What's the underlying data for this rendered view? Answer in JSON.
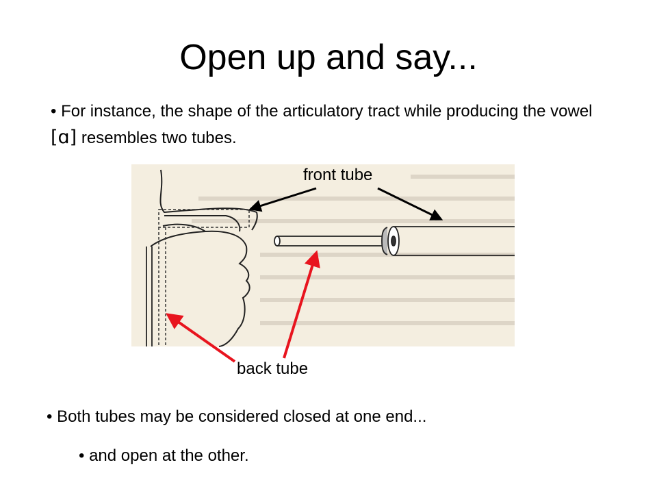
{
  "slide": {
    "title": "Open up and say...",
    "bullet_marker": "•",
    "intro_prefix": "For instance, the shape of the articulatory tract while producing the vowel",
    "vowel_symbol": "[ɑ]",
    "intro_suffix": "resembles two tubes.",
    "front_label": "front tube",
    "back_label": "back tube",
    "bullet_2": "Both tubes may be considered closed at one end...",
    "bullet_3": "and open at the other."
  },
  "colors": {
    "front_arrow": "#000000",
    "back_arrow": "#e8141e",
    "figure_background": "#f4eee0"
  }
}
